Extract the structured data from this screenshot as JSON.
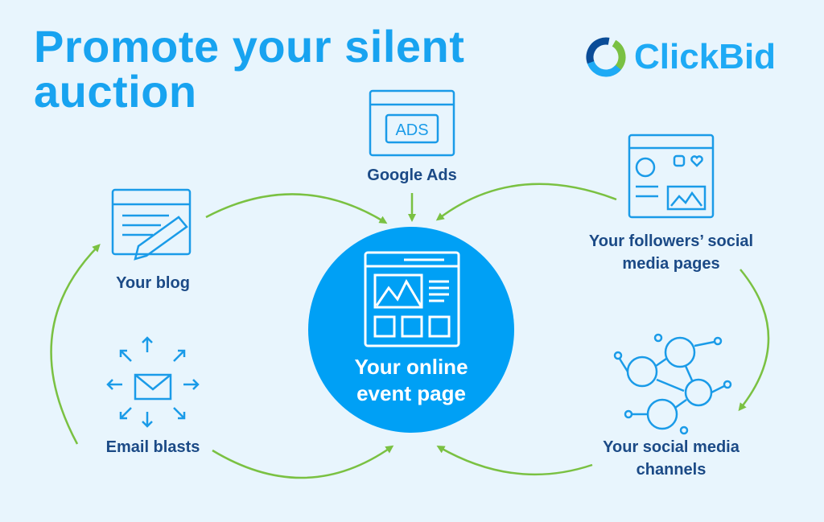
{
  "title": "Promote your silent auction",
  "logo": {
    "text": "ClickBid"
  },
  "center": {
    "label": "Your online event page"
  },
  "nodes": {
    "google_ads": "Google Ads",
    "ads_badge": "ADS",
    "blog": "Your blog",
    "email": "Email blasts",
    "followers_line1": "Your followers’ social",
    "followers_line2": "media pages",
    "channels_line1": "Your social media",
    "channels_line2": "channels"
  },
  "colors": {
    "background": "#e8f5fd",
    "accent": "#18a3f0",
    "label": "#1b4a86",
    "arrow": "#7ac142",
    "circle": "#00a0f5"
  }
}
